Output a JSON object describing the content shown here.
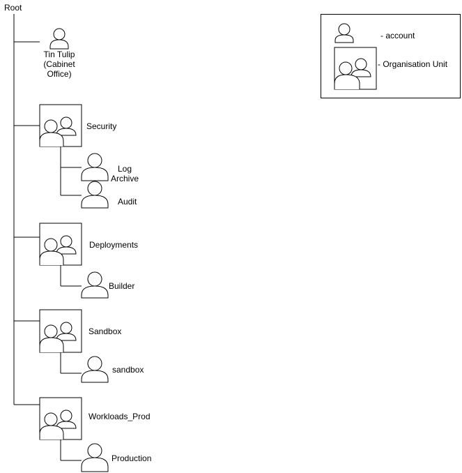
{
  "root": {
    "label": "Root"
  },
  "nodes": {
    "tin_tulip": {
      "label_lines": [
        "Tin Tulip",
        "(Cabinet",
        "Office)"
      ],
      "kind": "account"
    },
    "security": {
      "label": "Security",
      "kind": "ou"
    },
    "log_archive": {
      "label_lines": [
        "Log",
        "Archive"
      ],
      "kind": "account"
    },
    "audit": {
      "label": "Audit",
      "kind": "account"
    },
    "deployments": {
      "label": "Deployments",
      "kind": "ou"
    },
    "builder": {
      "label": "Builder",
      "kind": "account"
    },
    "sandbox_ou": {
      "label": "Sandbox",
      "kind": "ou"
    },
    "sandbox_account": {
      "label": "sandbox",
      "kind": "account"
    },
    "workloads_prod": {
      "label": "Workloads_Prod",
      "kind": "ou"
    },
    "production": {
      "label": "Production",
      "kind": "account"
    }
  },
  "legend": {
    "account": {
      "label": "- account",
      "icon": "account-icon"
    },
    "ou": {
      "label": "- Organisation Unit",
      "icon": "organisation-unit-icon"
    }
  },
  "colors": {
    "stroke": "#000000",
    "background": "#ffffff"
  }
}
